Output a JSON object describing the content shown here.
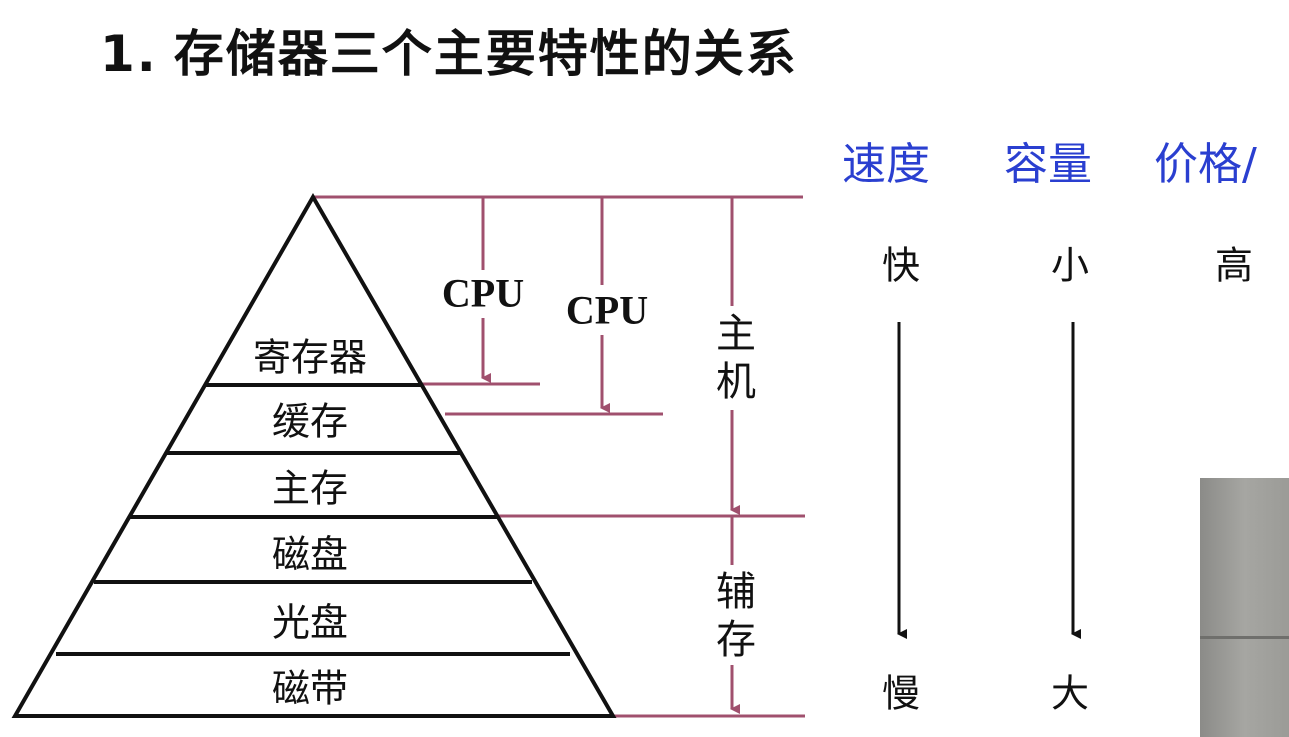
{
  "title": {
    "number": "1.",
    "text": "存储器三个主要特性的关系"
  },
  "columns": {
    "speed": {
      "header": "速度",
      "top": "快",
      "bottom": "慢"
    },
    "capacity": {
      "header": "容量",
      "top": "小",
      "bottom": "大"
    },
    "price": {
      "header": "价格/",
      "top": "高"
    }
  },
  "pyramid": {
    "levels": [
      "寄存器",
      "缓存",
      "主存",
      "磁盘",
      "光盘",
      "磁带"
    ]
  },
  "brackets": {
    "cpu_inner": "CPU",
    "cpu_outer": "CPU",
    "host": [
      "主",
      "机"
    ],
    "auxiliary": [
      "辅",
      "存"
    ]
  },
  "colors": {
    "bracket_line": "#a0506e",
    "header_text": "#2a3fd0",
    "text": "#111111"
  }
}
